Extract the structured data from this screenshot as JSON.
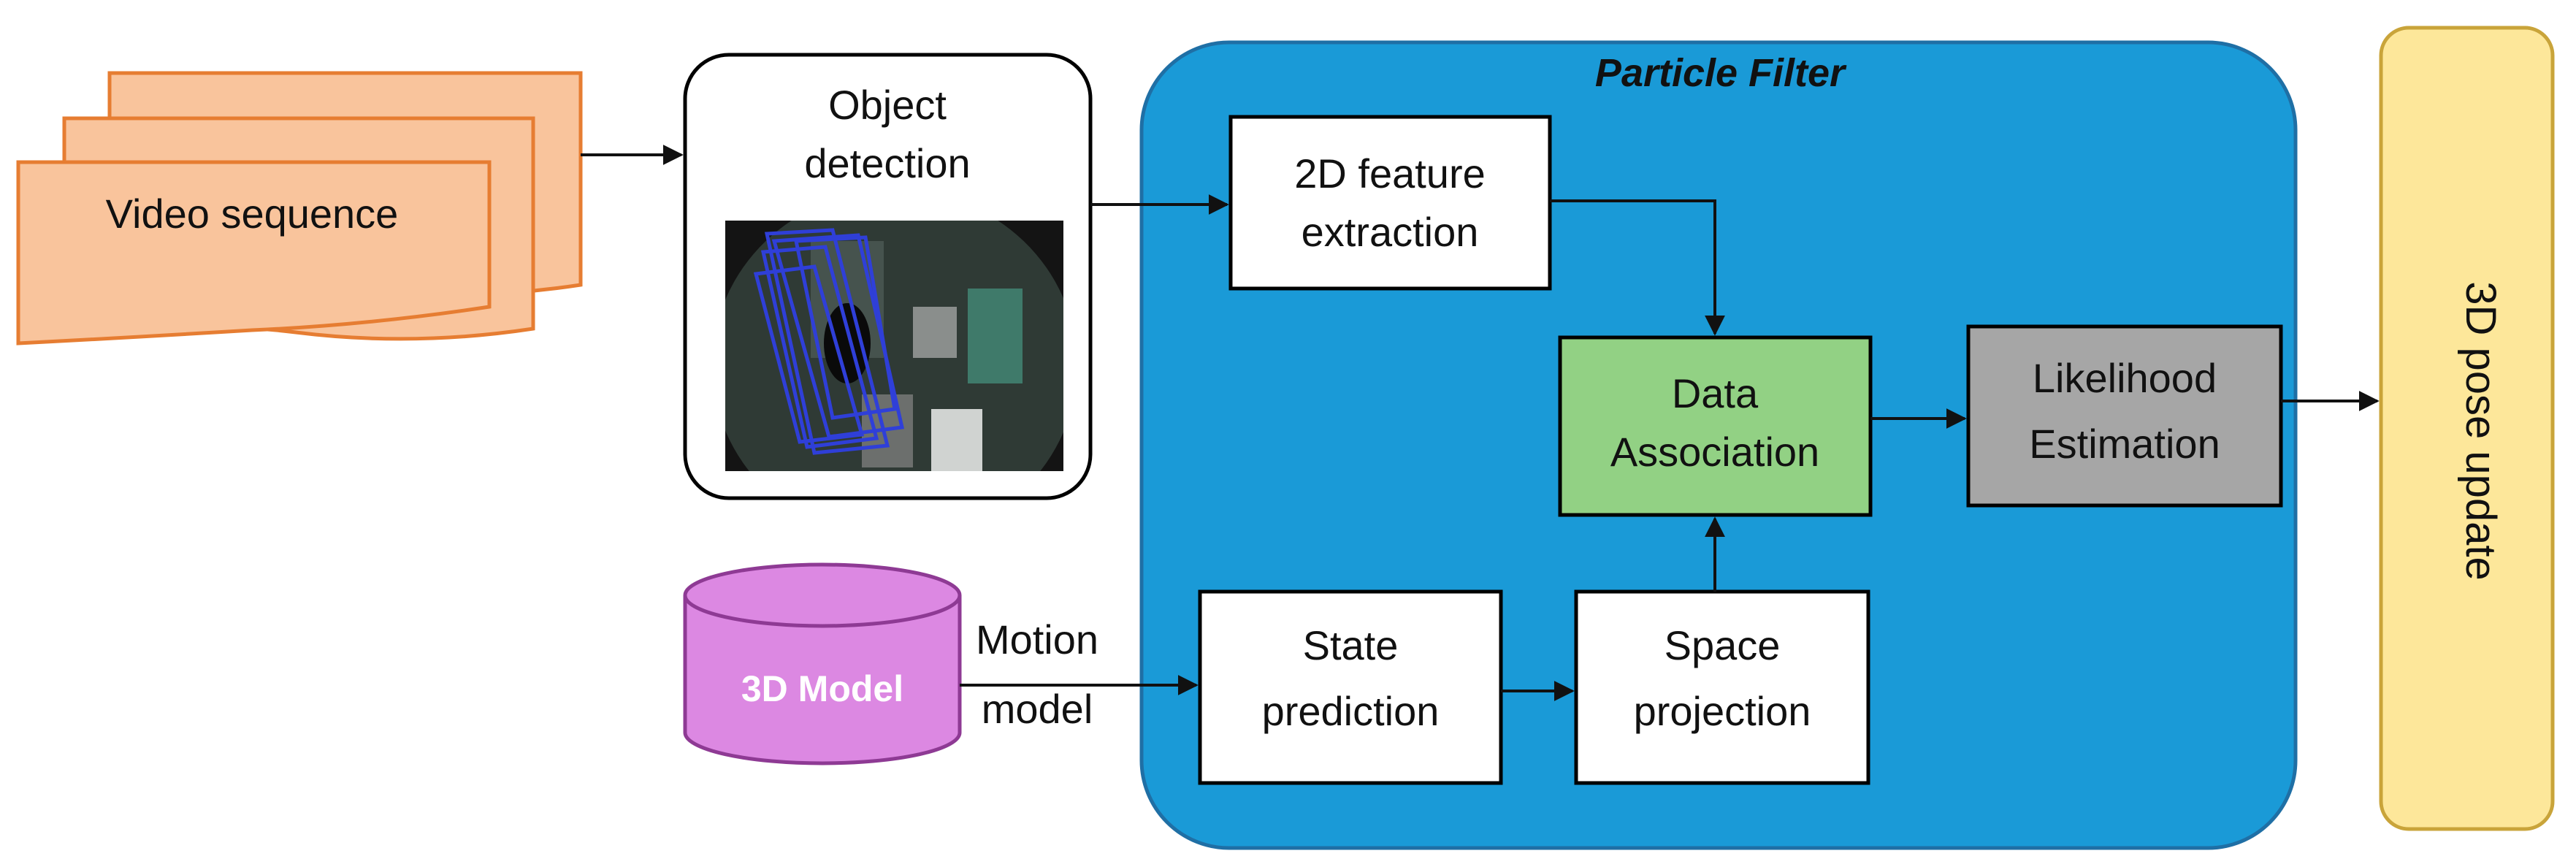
{
  "video_sequence": {
    "label": "Video sequence",
    "color": "#f9c49c",
    "stroke": "#e67d32"
  },
  "object_detection": {
    "line1": "Object",
    "line2": "detection"
  },
  "particle_filter": {
    "title": "Particle Filter",
    "color": "#1a9ad7"
  },
  "feature_extraction": {
    "line1": "2D feature",
    "line2": "extraction"
  },
  "data_association": {
    "line1": "Data",
    "line2": "Association",
    "color": "#92d184"
  },
  "likelihood_estimation": {
    "line1": "Likelihood",
    "line2": "Estimation",
    "color": "#a6a6a6"
  },
  "state_prediction": {
    "line1": "State",
    "line2": "prediction"
  },
  "space_projection": {
    "line1": "Space",
    "line2": "projection"
  },
  "model_3d": {
    "label": "3D Model",
    "color": "#dc88e2",
    "stroke": "#8e3a94"
  },
  "motion_model": {
    "line1": "Motion",
    "line2": "model"
  },
  "pose_update": {
    "label": "3D pose update",
    "color": "#fde79a",
    "stroke": "#c9a43a"
  }
}
